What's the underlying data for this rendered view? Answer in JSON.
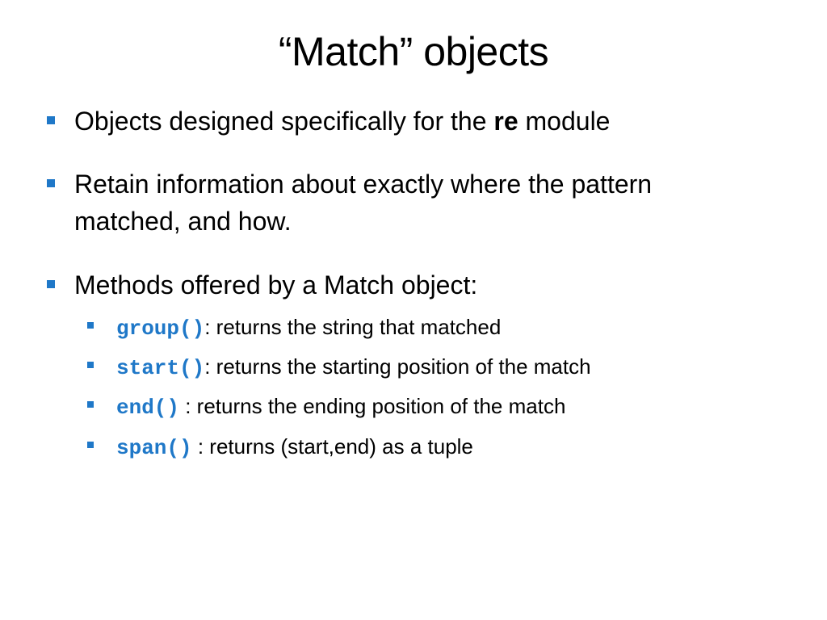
{
  "slide": {
    "title": "“Match” objects",
    "accent_color": "#1f78c8",
    "bullets": [
      {
        "pre": "Objects designed specifically for the ",
        "bold": "re",
        "post": " module"
      },
      {
        "line1": "Retain information about exactly where the pattern",
        "line2": "matched, and how."
      },
      {
        "text": "Methods offered by a Match object:"
      }
    ],
    "methods": [
      {
        "code": "group()",
        "desc": ": returns the string that matched"
      },
      {
        "code": "start()",
        "desc": ": returns the starting position of the match"
      },
      {
        "code": "end()",
        "desc": " : returns the ending position of the match"
      },
      {
        "code": "span()",
        "desc": " : returns (start,end) as a tuple"
      }
    ]
  }
}
